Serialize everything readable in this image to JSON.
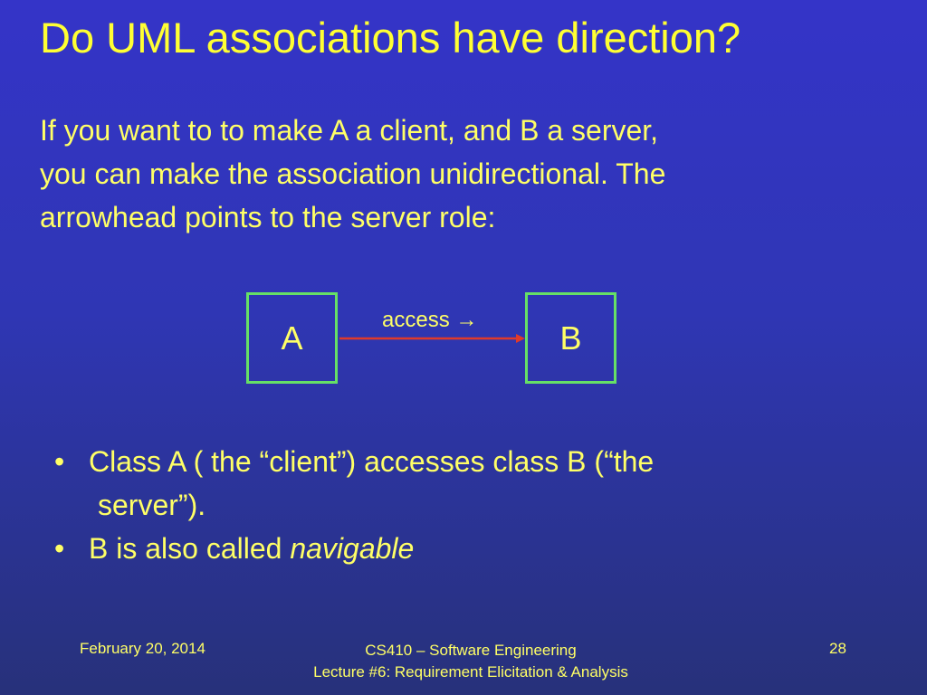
{
  "slide": {
    "title": "Do UML associations have direction?",
    "intro_lines": [
      "If you want to to make A a client, and B a server,",
      "you can make the association unidirectional. The",
      "arrowhead points to the server role:"
    ],
    "diagram": {
      "class_a": "A",
      "class_b": "B",
      "association_label": "access →"
    },
    "bullets": {
      "b1_line1": "Class A ( the “client”) accesses class B (“the",
      "b1_line2": "server”).",
      "b2_prefix": "B is also called ",
      "b2_emphasis": "navigable"
    },
    "bullet_glyph": "•"
  },
  "footer": {
    "date": "February 20, 2014",
    "course_line1": "CS410 – Software Engineering",
    "course_line2": "Lecture #6: Requirement Elicitation & Analysis",
    "page_number": "28"
  },
  "colors": {
    "title": "#ffff33",
    "text": "#ffff66",
    "box_border": "#66e066",
    "arrow": "#e03a2a"
  }
}
